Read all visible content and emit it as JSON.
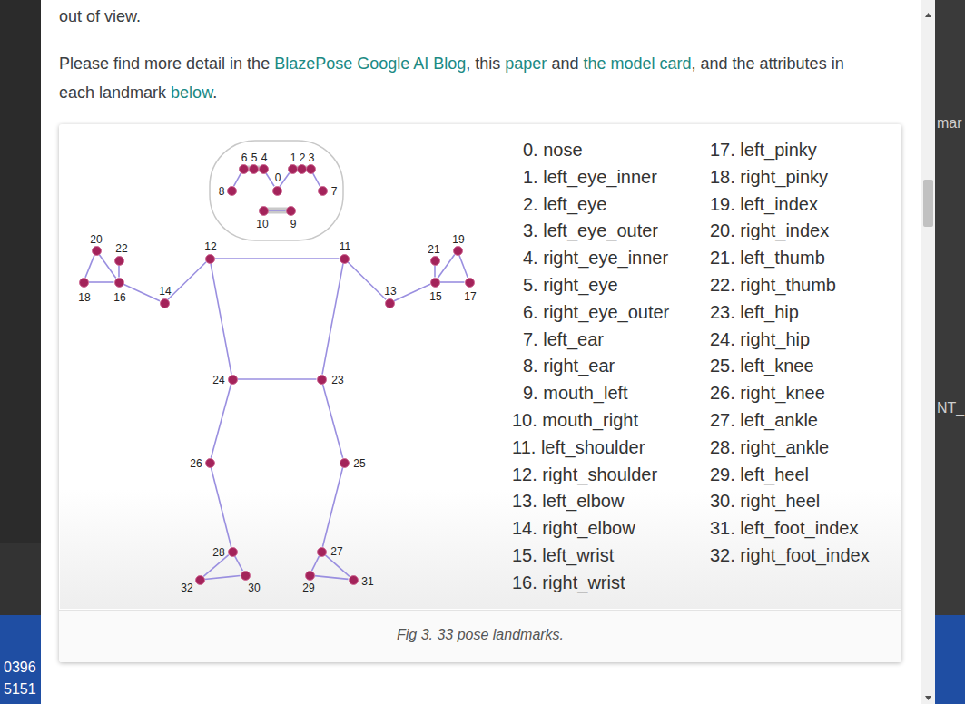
{
  "diagram": {
    "caption": "Fig 3. 33 pose landmarks.",
    "nodes": [
      {
        "text": [
          "0"
        ]
      },
      {
        "text": [
          "1"
        ]
      },
      {
        "text": [
          "2"
        ]
      },
      {
        "text": [
          "3"
        ]
      },
      {
        "text": [
          "4"
        ]
      },
      {
        "text": [
          "5"
        ]
      },
      {
        "text": [
          "6"
        ]
      },
      {
        "text": [
          "7"
        ]
      },
      {
        "text": [
          "8"
        ]
      },
      {
        "text": [
          "9"
        ]
      },
      {
        "text": [
          "10"
        ]
      },
      {
        "text": [
          "11"
        ]
      },
      {
        "text": [
          "12"
        ]
      },
      {
        "text": [
          "13"
        ]
      },
      {
        "text": [
          "14"
        ]
      },
      {
        "text": [
          "15"
        ]
      },
      {
        "text": [
          "16"
        ]
      },
      {
        "text": [
          "17"
        ]
      },
      {
        "text": [
          "18"
        ]
      },
      {
        "text": [
          "19"
        ]
      },
      {
        "text": [
          "20"
        ]
      },
      {
        "text": [
          "21"
        ]
      },
      {
        "text": [
          "22"
        ]
      },
      {
        "text": [
          "23"
        ]
      },
      {
        "text": [
          "24"
        ]
      },
      {
        "text": [
          "25"
        ]
      },
      {
        "text": [
          "26"
        ]
      },
      {
        "text": [
          "27"
        ]
      },
      {
        "text": [
          "28"
        ]
      },
      {
        "text": [
          "29"
        ]
      },
      {
        "text": [
          "30"
        ]
      },
      {
        "text": [
          "31"
        ]
      },
      {
        "text": [
          "32"
        ]
      }
    ],
    "edges": [
      {
        "from": 0,
        "to": 1,
        "arrow": "none"
      },
      {
        "from": 1,
        "to": 2,
        "arrow": "none"
      },
      {
        "from": 2,
        "to": 3,
        "arrow": "none"
      },
      {
        "from": 3,
        "to": 7,
        "arrow": "none"
      },
      {
        "from": 0,
        "to": 4,
        "arrow": "none"
      },
      {
        "from": 4,
        "to": 5,
        "arrow": "none"
      },
      {
        "from": 5,
        "to": 6,
        "arrow": "none"
      },
      {
        "from": 6,
        "to": 8,
        "arrow": "none"
      },
      {
        "from": 9,
        "to": 10,
        "arrow": "none"
      },
      {
        "from": 11,
        "to": 12,
        "arrow": "none"
      },
      {
        "from": 11,
        "to": 13,
        "arrow": "none"
      },
      {
        "from": 13,
        "to": 15,
        "arrow": "none"
      },
      {
        "from": 15,
        "to": 17,
        "arrow": "none"
      },
      {
        "from": 15,
        "to": 19,
        "arrow": "none"
      },
      {
        "from": 15,
        "to": 21,
        "arrow": "none"
      },
      {
        "from": 17,
        "to": 19,
        "arrow": "none"
      },
      {
        "from": 12,
        "to": 14,
        "arrow": "none"
      },
      {
        "from": 14,
        "to": 16,
        "arrow": "none"
      },
      {
        "from": 16,
        "to": 18,
        "arrow": "none"
      },
      {
        "from": 16,
        "to": 20,
        "arrow": "none"
      },
      {
        "from": 16,
        "to": 22,
        "arrow": "none"
      },
      {
        "from": 18,
        "to": 20,
        "arrow": "none"
      },
      {
        "from": 11,
        "to": 23,
        "arrow": "none"
      },
      {
        "from": 12,
        "to": 24,
        "arrow": "none"
      },
      {
        "from": 23,
        "to": 24,
        "arrow": "none"
      },
      {
        "from": 23,
        "to": 25,
        "arrow": "none"
      },
      {
        "from": 24,
        "to": 26,
        "arrow": "none"
      },
      {
        "from": 25,
        "to": 27,
        "arrow": "none"
      },
      {
        "from": 26,
        "to": 28,
        "arrow": "none"
      },
      {
        "from": 27,
        "to": 29,
        "arrow": "none"
      },
      {
        "from": 28,
        "to": 30,
        "arrow": "none"
      },
      {
        "from": 29,
        "to": 31,
        "arrow": "none"
      },
      {
        "from": 30,
        "to": 32,
        "arrow": "none"
      },
      {
        "from": 27,
        "to": 31,
        "arrow": "none"
      },
      {
        "from": 28,
        "to": 32,
        "arrow": "none"
      }
    ],
    "labels": [
      "out of view.",
      "Please find more detail in the",
      "BlazePose Google AI Blog",
      ", this",
      "paper",
      "and",
      "the model card",
      ", and the attributes in each landmark",
      "below",
      ".",
      "0. nose",
      "1. left_eye_inner",
      "2. left_eye",
      "3. left_eye_outer",
      "4. right_eye_inner",
      "5. right_eye",
      "6. right_eye_outer",
      "7. left_ear",
      "8. right_ear",
      "9. mouth_left",
      "10. mouth_right",
      "11. left_shoulder",
      "12. right_shoulder",
      "13. left_elbow",
      "14. right_elbow",
      "15. left_wrist",
      "16. right_wrist",
      "17. left_pinky",
      "18. right_pinky",
      "19. left_index",
      "20. right_index",
      "21. left_thumb",
      "22. right_thumb",
      "23. left_hip",
      "24. right_hip",
      "25. left_knee",
      "26. right_knee",
      "27. left_ankle",
      "28. right_ankle",
      "29. left_heel",
      "30. right_heel",
      "31. left_foot_index",
      "32. right_foot_index",
      "mar",
      "NT_",
      "0396",
      "5151"
    ]
  }
}
